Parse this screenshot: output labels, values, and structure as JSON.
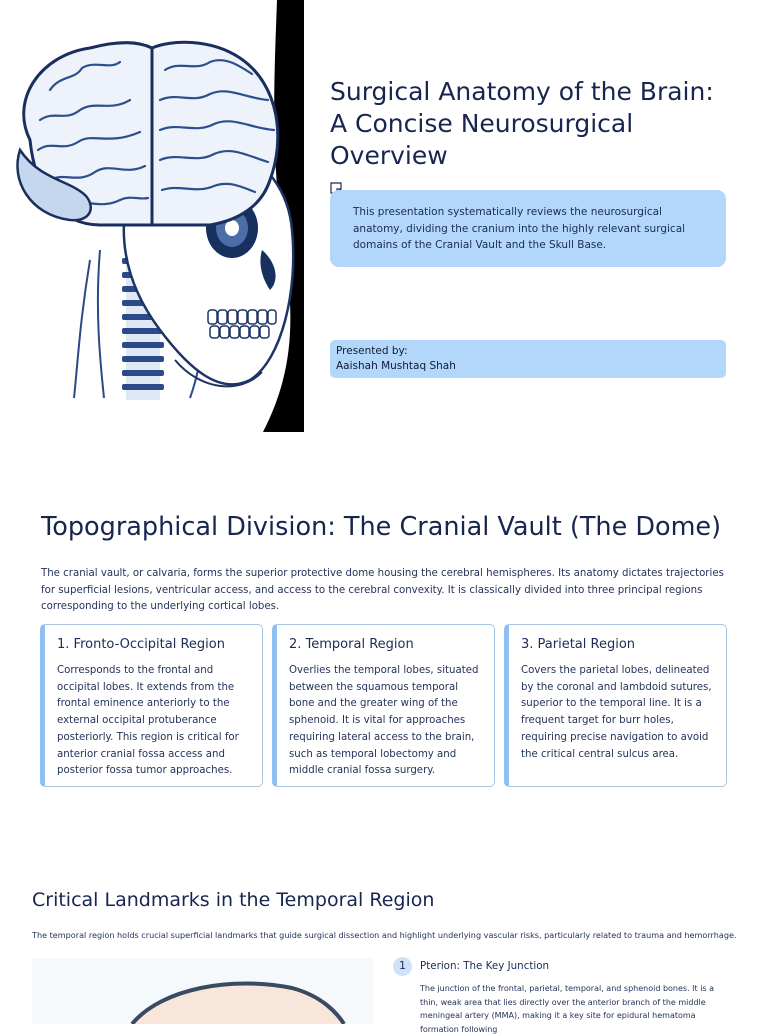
{
  "title_slide": {
    "title": "Surgical Anatomy of the Brain: A Concise Neurosurgical Overview",
    "summary": "This presentation systematically reviews the neurosurgical anatomy, dividing the cranium into the highly relevant surgical domains of the Cranial Vault and the Skull Base.",
    "presenter_label": "Presented by:",
    "presenter_name": "Aaishah Mushtaq Shah",
    "illustration_icon": "brain-skull-illustration",
    "note_icon": "note-icon"
  },
  "cranial_vault": {
    "title": "Topographical Division: The Cranial Vault (The Dome)",
    "intro": "The cranial vault, or calvaria, forms the superior protective dome housing the cerebral hemispheres. Its anatomy dictates trajectories for superficial lesions, ventricular access, and access to the cerebral convexity. It is classically divided into three principal regions corresponding to the underlying cortical lobes.",
    "regions": [
      {
        "title": "1. Fronto-Occipital Region",
        "text": "Corresponds to the frontal and occipital lobes. It extends from the frontal eminence anteriorly to the external occipital protuberance posteriorly. This region is critical for anterior cranial fossa access and posterior fossa tumor approaches."
      },
      {
        "title": "2. Temporal Region",
        "text": "Overlies the temporal lobes, situated between the squamous temporal bone and the greater wing of the sphenoid. It is vital for approaches requiring lateral access to the brain, such as temporal lobectomy and middle cranial fossa surgery."
      },
      {
        "title": "3. Parietal Region",
        "text": "Covers the parietal lobes, delineated by the coronal and lambdoid sutures, superior to the temporal line. It is a frequent target for burr holes, requiring precise navigation to avoid the critical central sulcus area."
      }
    ]
  },
  "temporal_landmarks": {
    "title": "Critical Landmarks in the Temporal Region",
    "intro": "The temporal region holds crucial superficial landmarks that guide surgical dissection and highlight underlying vascular risks, particularly related to trauma and hemorrhage.",
    "items": [
      {
        "number": "1",
        "title": "Pterion: The Key Junction",
        "text": "The junction of the frontal, parietal, temporal, and sphenoid bones. It is a thin, weak area that lies directly over the anterior branch of the middle meningeal artery (MMA), making it a key site for epidural hematoma formation following"
      }
    ]
  },
  "colors": {
    "accent": "#8fc0f2",
    "box_fill": "#b3d7fa",
    "heading": "#17264f"
  }
}
